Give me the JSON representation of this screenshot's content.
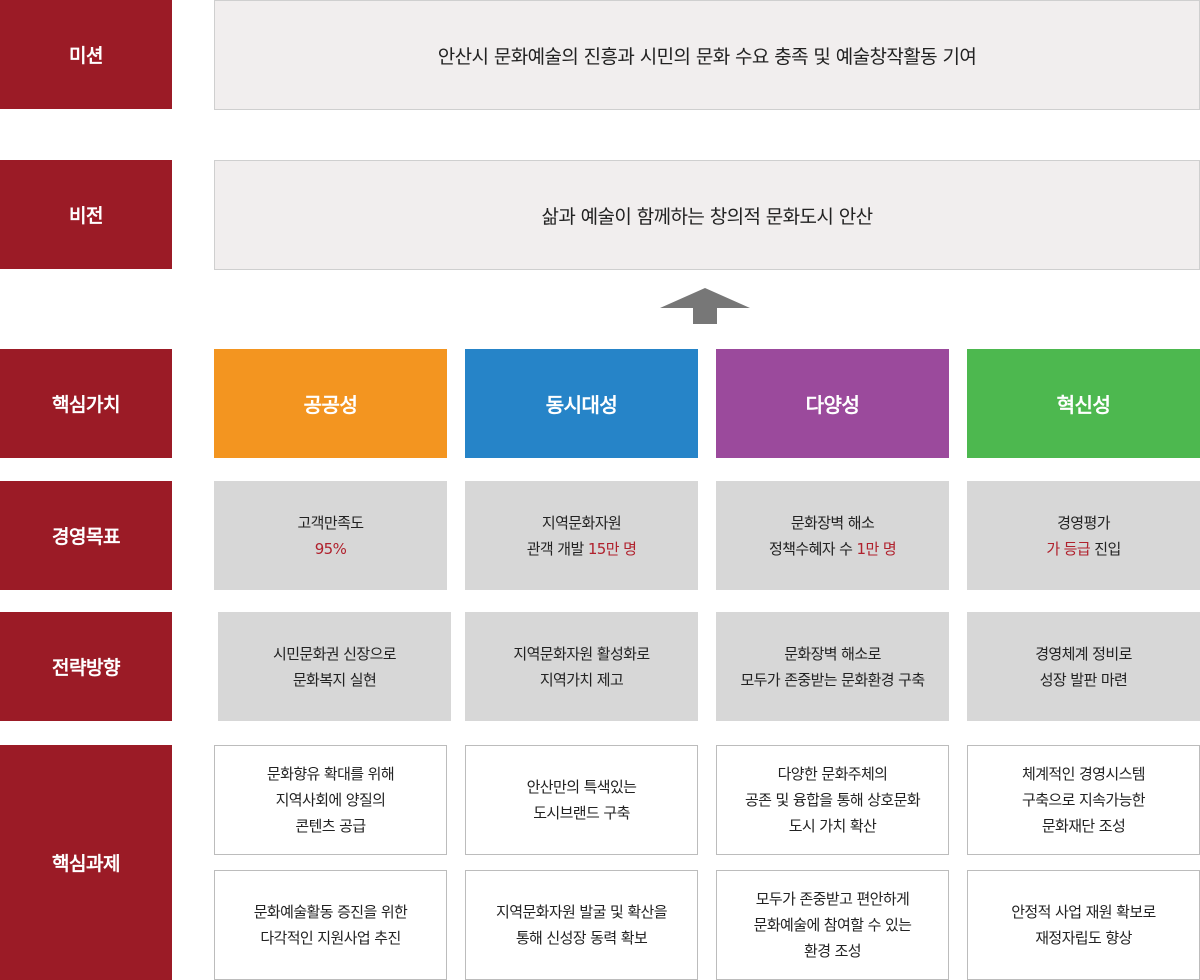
{
  "labels": {
    "mission": "미션",
    "vision": "비전",
    "core_values": "핵심가치",
    "goals": "경영목표",
    "strategy": "전략방향",
    "tasks": "핵심과제"
  },
  "mission_text": "안산시 문화예술의 진흥과 시민의 문화 수요 충족 및 예술창작활동 기여",
  "vision_text": "삶과 예술이 함께하는 창의적 문화도시 안산",
  "colors": {
    "label_bg": "#9b1b26",
    "highlight": "#b0212d",
    "arrow": "#777777"
  },
  "values": [
    {
      "label": "공공성",
      "color": "#f39520"
    },
    {
      "label": "동시대성",
      "color": "#2684c8"
    },
    {
      "label": "다양성",
      "color": "#9b4a9c"
    },
    {
      "label": "혁신성",
      "color": "#4db84f"
    }
  ],
  "goals": [
    {
      "line1": "고객만족도",
      "line2_pre": "",
      "line2_hl": "95%",
      "line2_post": ""
    },
    {
      "line1": "지역문화자원",
      "line2_pre": "관객 개발 ",
      "line2_hl": "15만 명",
      "line2_post": ""
    },
    {
      "line1": "문화장벽 해소",
      "line2_pre": "정책수혜자 수 ",
      "line2_hl": "1만 명",
      "line2_post": ""
    },
    {
      "line1": "경영평가",
      "line2_pre": "",
      "line2_hl": "가 등급",
      "line2_post": " 진입"
    }
  ],
  "strategies": [
    {
      "line1": "시민문화권 신장으로",
      "line2": "문화복지 실현"
    },
    {
      "line1": "지역문화자원 활성화로",
      "line2": "지역가치 제고"
    },
    {
      "line1": "문화장벽 해소로",
      "line2": "모두가 존중받는 문화환경 구축"
    },
    {
      "line1": "경영체계 정비로",
      "line2": "성장 발판 마련"
    }
  ],
  "tasks_row1": [
    {
      "lines": [
        "문화향유 확대를 위해",
        "지역사회에 양질의",
        "콘텐츠 공급"
      ]
    },
    {
      "lines": [
        "안산만의 특색있는",
        "도시브랜드 구축"
      ]
    },
    {
      "lines": [
        "다양한 문화주체의",
        "공존 및 융합을 통해 상호문화",
        "도시 가치 확산"
      ]
    },
    {
      "lines": [
        "체계적인 경영시스템",
        "구축으로 지속가능한",
        "문화재단 조성"
      ]
    }
  ],
  "tasks_row2": [
    {
      "lines": [
        "문화예술활동 증진을 위한",
        "다각적인 지원사업 추진"
      ]
    },
    {
      "lines": [
        "지역문화자원 발굴 및 확산을",
        "통해 신성장 동력 확보"
      ]
    },
    {
      "lines": [
        "모두가 존중받고 편안하게",
        "문화예술에 참여할 수 있는",
        "환경 조성"
      ]
    },
    {
      "lines": [
        "안정적 사업 재원 확보로",
        "재정자립도 향상"
      ]
    }
  ]
}
